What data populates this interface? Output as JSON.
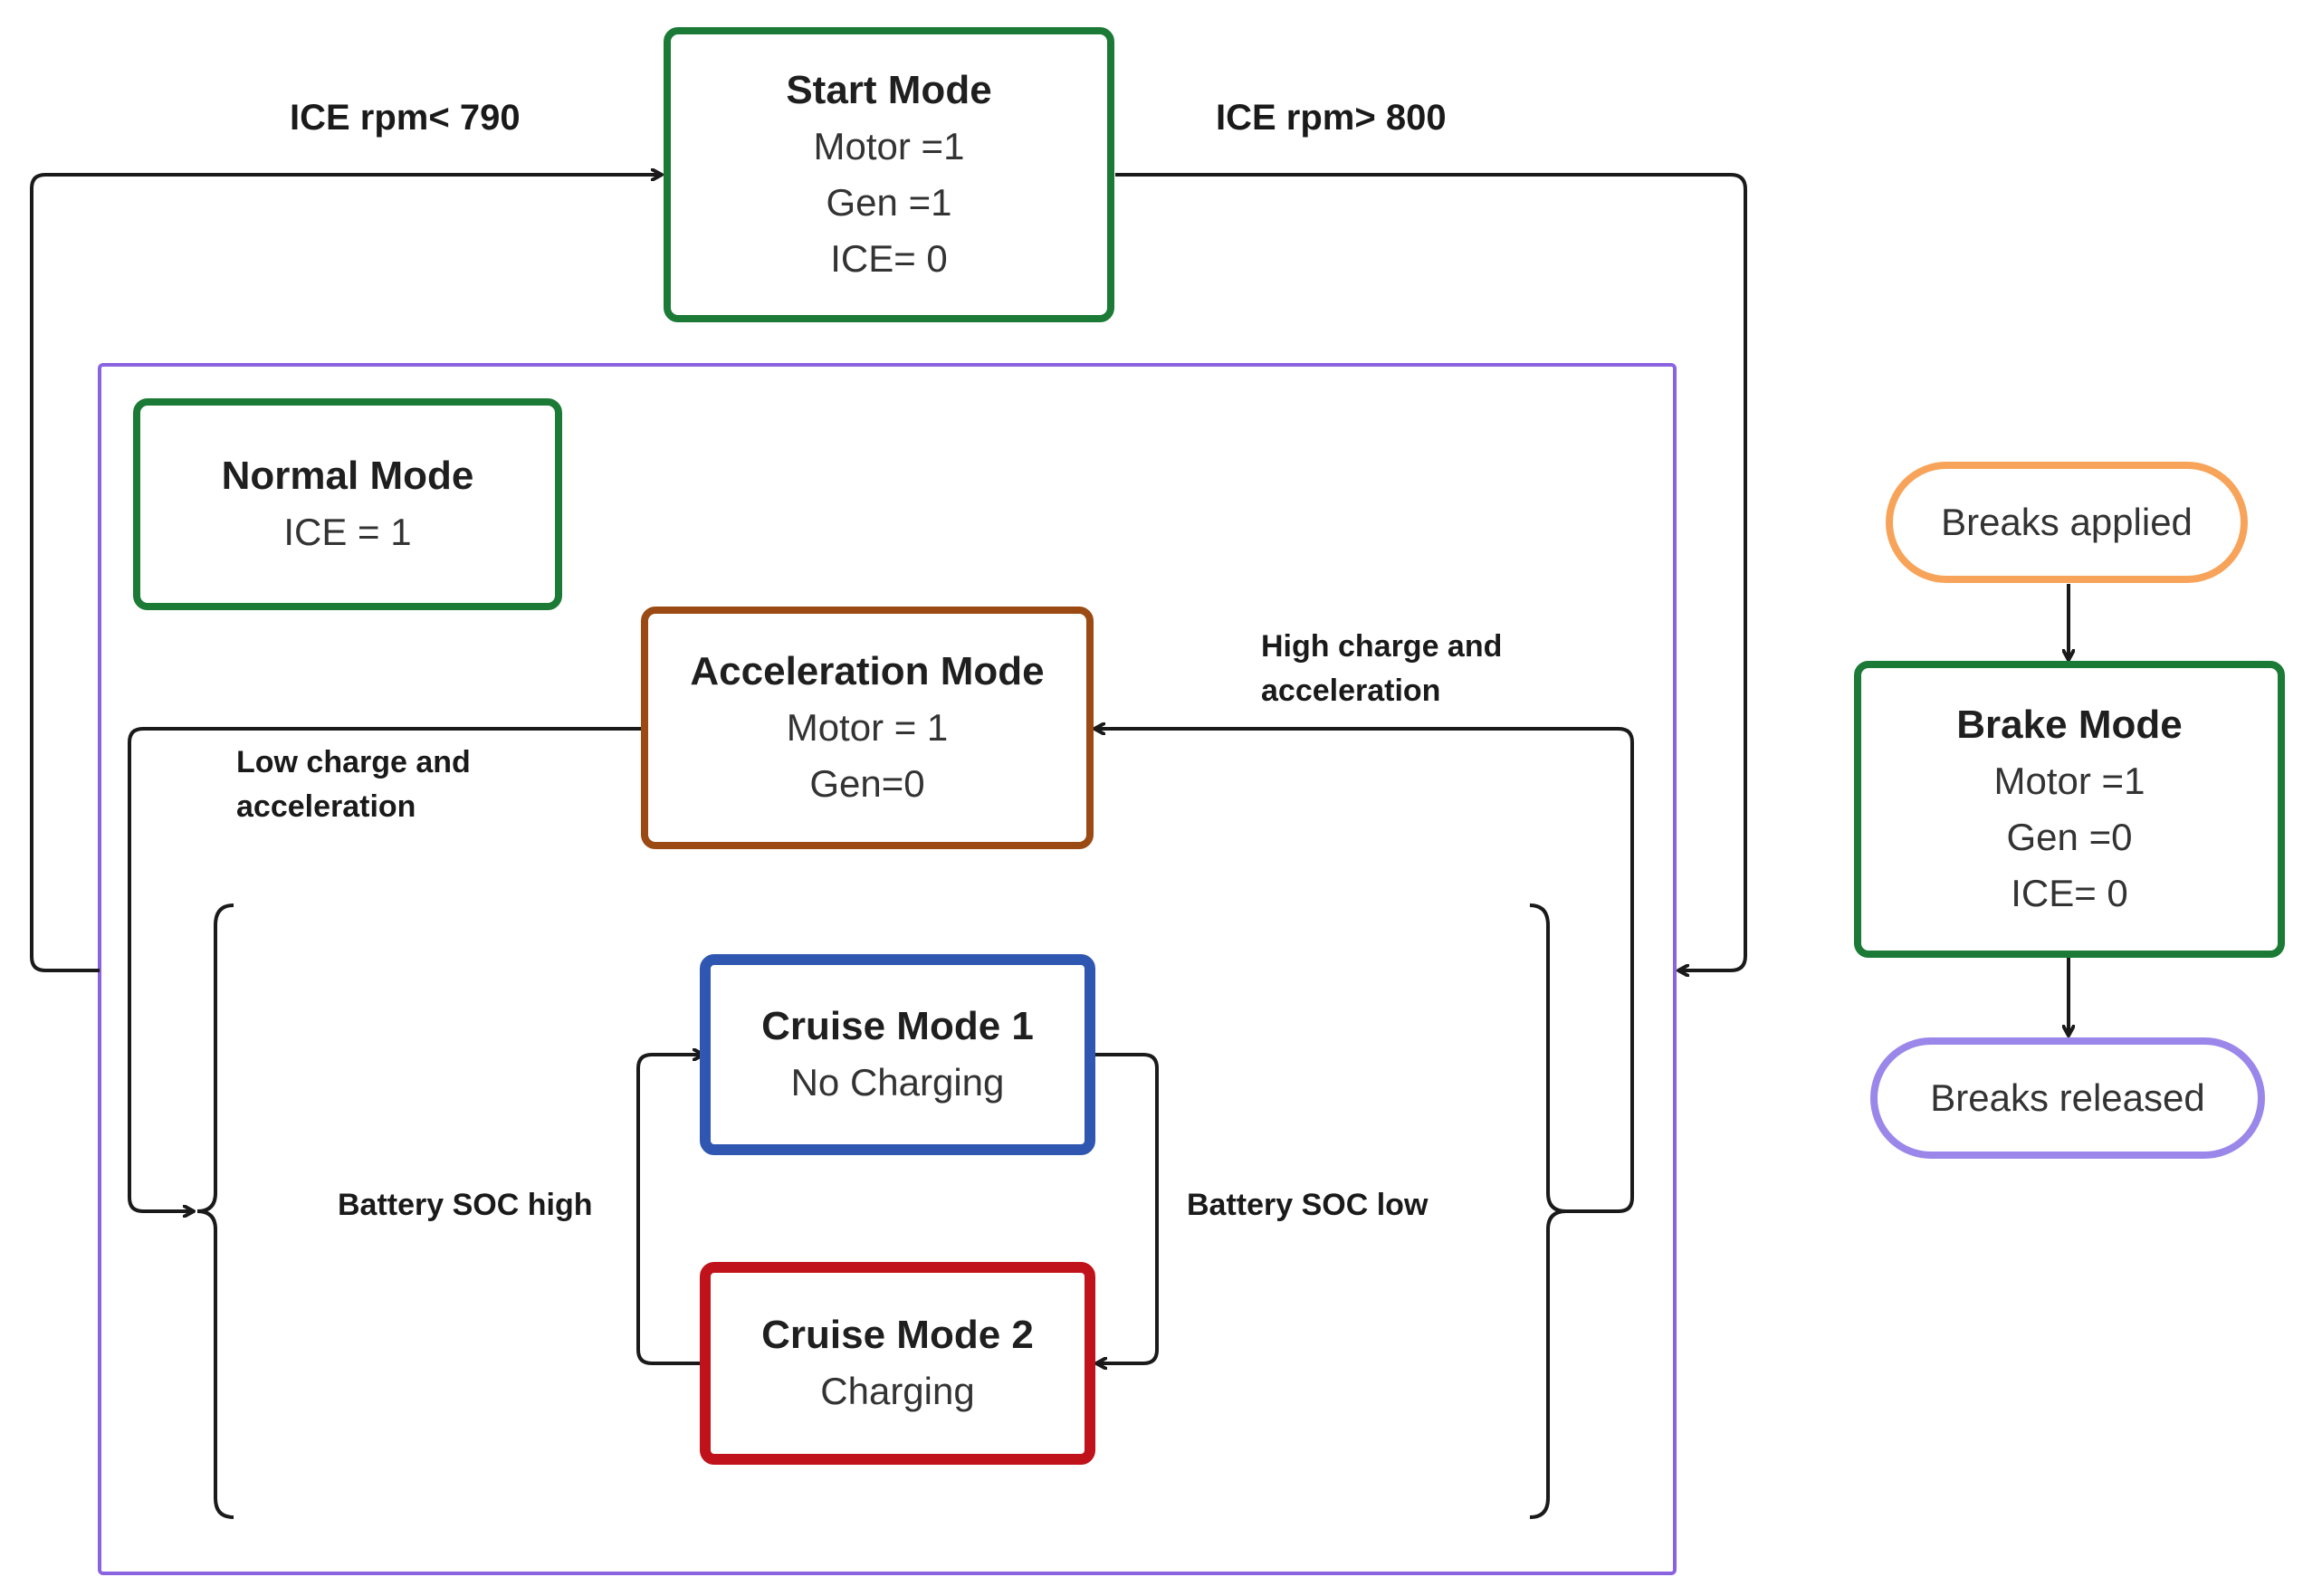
{
  "nodes": {
    "start_mode": {
      "title": "Start Mode",
      "lines": [
        "Motor =1",
        "Gen =1",
        "ICE= 0"
      ],
      "color": "#1b7a35"
    },
    "normal_mode": {
      "title": "Normal Mode",
      "lines": [
        "ICE = 1"
      ],
      "color": "#1b7a35"
    },
    "acceleration_mode": {
      "title": "Acceleration Mode",
      "lines": [
        "Motor = 1",
        "Gen=0"
      ],
      "color": "#9a4a12"
    },
    "cruise_mode_1": {
      "title": "Cruise Mode 1",
      "lines": [
        "No Charging"
      ],
      "color": "#2f56b0"
    },
    "cruise_mode_2": {
      "title": "Cruise Mode 2",
      "lines": [
        "Charging"
      ],
      "color": "#c0121a"
    },
    "brake_mode": {
      "title": "Brake Mode",
      "lines": [
        "Motor =1",
        "Gen =0",
        "ICE= 0"
      ],
      "color": "#1b7a35"
    },
    "breaks_applied": {
      "text": "Breaks applied",
      "color": "#f7a45a"
    },
    "breaks_released": {
      "text": "Breaks released",
      "color": "#9b86ea"
    }
  },
  "edges": {
    "to_start": "ICE rpm< 790",
    "from_start": "ICE rpm> 800",
    "high_charge": "High charge and acceleration",
    "low_charge": "Low charge and acceleration",
    "soc_high": "Battery SOC high",
    "soc_low": "Battery SOC low"
  },
  "colors": {
    "container": "#8a63e0",
    "arrow": "#1a1a1a"
  }
}
